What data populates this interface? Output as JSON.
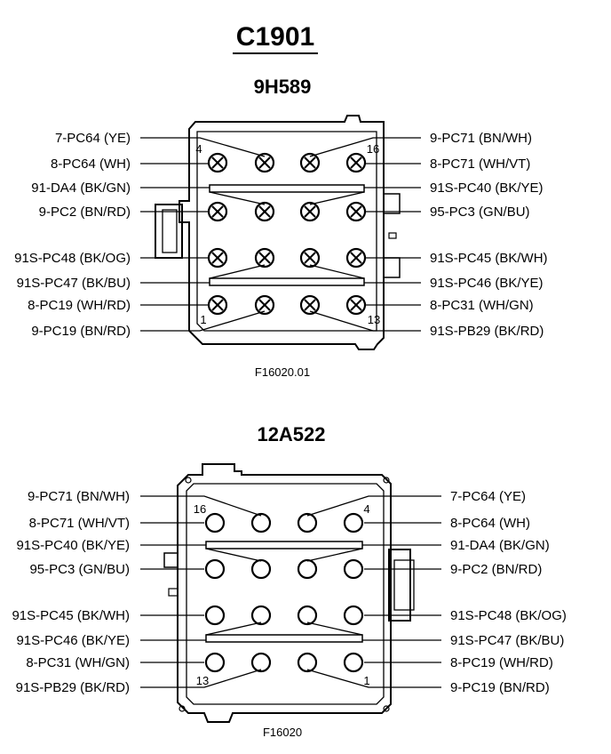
{
  "title": "C1901",
  "connector_a": {
    "part": "9H589",
    "figure": "F16020.01",
    "pin_numbers": [
      "4",
      "16",
      "1",
      "13"
    ],
    "left_labels": [
      "7-PC64 (YE)",
      "8-PC64 (WH)",
      "91-DA4 (BK/GN)",
      "9-PC2 (BN/RD)",
      "91S-PC48 (BK/OG)",
      "91S-PC47 (BK/BU)",
      "8-PC19 (WH/RD)",
      "9-PC19 (BN/RD)"
    ],
    "right_labels": [
      "9-PC71 (BN/WH)",
      "8-PC71 (WH/VT)",
      "91S-PC40 (BK/YE)",
      "95-PC3 (GN/BU)",
      "91S-PC45 (BK/WH)",
      "91S-PC46 (BK/YE)",
      "8-PC31 (WH/GN)",
      "91S-PB29 (BK/RD)"
    ]
  },
  "connector_b": {
    "part": "12A522",
    "figure": "F16020",
    "pin_numbers": [
      "16",
      "4",
      "13",
      "1"
    ],
    "left_labels": [
      "9-PC71 (BN/WH)",
      "8-PC71 (WH/VT)",
      "91S-PC40 (BK/YE)",
      "95-PC3 (GN/BU)",
      "91S-PC45 (BK/WH)",
      "91S-PC46 (BK/YE)",
      "8-PC31 (WH/GN)",
      "91S-PB29 (BK/RD)"
    ],
    "right_labels": [
      "7-PC64 (YE)",
      "8-PC64 (WH)",
      "91-DA4 (BK/GN)",
      "9-PC2 (BN/RD)",
      "91S-PC48 (BK/OG)",
      "91S-PC47 (BK/BU)",
      "8-PC19 (WH/RD)",
      "9-PC19 (BN/RD)"
    ]
  }
}
